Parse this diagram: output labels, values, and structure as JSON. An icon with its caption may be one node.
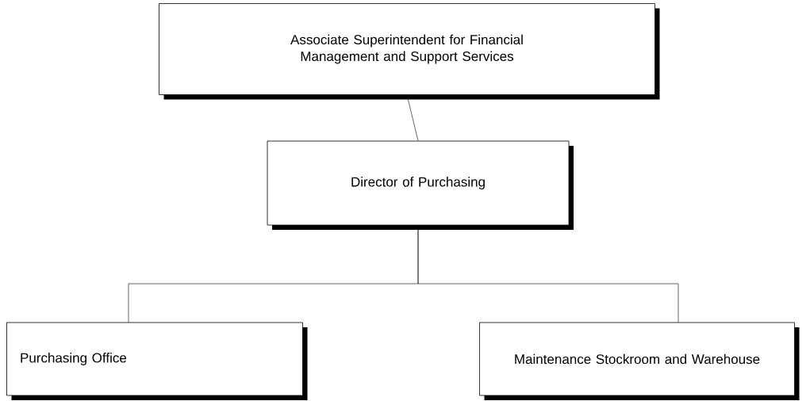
{
  "diagram": {
    "nodes": [
      {
        "text": [
          "Associate Superintendent for Financial Management and Support Services"
        ]
      },
      {
        "text": [
          "Director of Purchasing"
        ]
      },
      {
        "text": [
          "Purchasing Office"
        ]
      },
      {
        "text": [
          "Maintenance Stockroom and Warehouse"
        ]
      }
    ],
    "edges": [
      {
        "from": 0,
        "to": 1,
        "arrow": "none"
      },
      {
        "from": 1,
        "to": 2,
        "arrow": "none"
      },
      {
        "from": 1,
        "to": 3,
        "arrow": "none"
      }
    ]
  }
}
